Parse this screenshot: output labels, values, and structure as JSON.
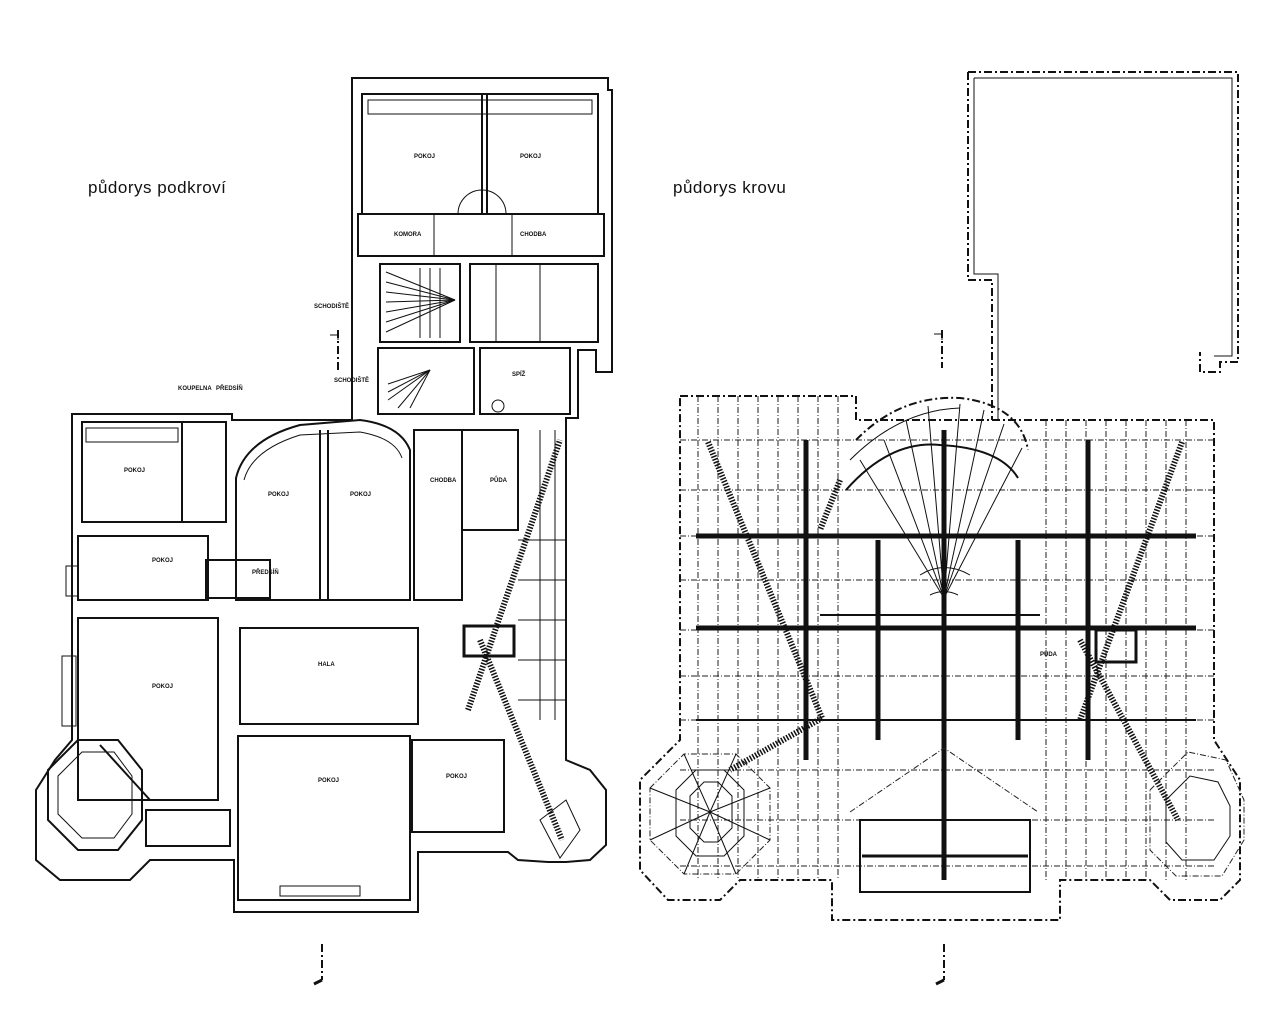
{
  "plans": [
    {
      "title": "půdorys podkroví",
      "rooms": [
        {
          "label": "POKOJ"
        },
        {
          "label": "POKOJ"
        },
        {
          "label": "KOMORA"
        },
        {
          "label": "CHODBA"
        },
        {
          "label": "SCHODIŠTĚ"
        },
        {
          "label": "SCHODIŠTĚ"
        },
        {
          "label": "SPÍŽ"
        },
        {
          "label": "KOUPELNA"
        },
        {
          "label": "PŘEDSÍŇ"
        },
        {
          "label": "POKOJ"
        },
        {
          "label": "POKOJ"
        },
        {
          "label": "POKOJ"
        },
        {
          "label": "CHODBA"
        },
        {
          "label": "PŮDA"
        },
        {
          "label": "POKOJ"
        },
        {
          "label": "PŘEDSÍŇ"
        },
        {
          "label": "POKOJ"
        },
        {
          "label": "HALA"
        },
        {
          "label": "POKOJ"
        },
        {
          "label": "POKOJ"
        }
      ]
    },
    {
      "title": "půdorys krovu",
      "rooms": [
        {
          "label": "PŮDA"
        }
      ]
    }
  ]
}
